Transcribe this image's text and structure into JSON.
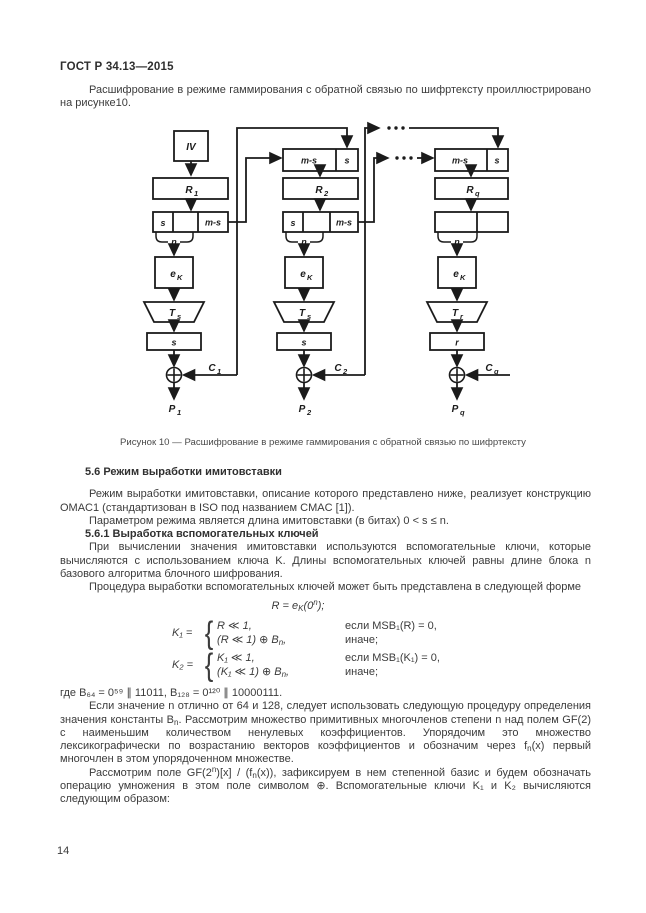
{
  "header": {
    "title": "ГОСТ Р 34.13—2015"
  },
  "intro": {
    "text": "Расшифрование в режиме гаммирования с обратной связью по шифртексту проиллюстрировано на рисунке10."
  },
  "figure": {
    "caption": "Рисунок 10 — Расшифрование в режиме гаммирования с обратной связью по шифртексту",
    "labels": {
      "iv": "IV",
      "r": "R",
      "sub1": "1",
      "sub2": "2",
      "subq": "q",
      "e": "e",
      "subK": "K",
      "t": "T",
      "subs": "s",
      "subr": "r",
      "c": "C",
      "p": "P",
      "s": "s",
      "ms": "m-s",
      "n": "n",
      "rsmall": "r"
    }
  },
  "section": {
    "heading": "5.6 Режим выработки имитовставки",
    "p1": "Режим выработки имитовставки, описание которого представлено ниже, реализует конструкцию OMAC1 (стандартизован в ISO под названием CMAC [1]).",
    "p2": "Параметром режима является длина имитовставки (в битах) 0 < s ≤ n.",
    "sub_heading": "5.6.1 Выработка вспомогательных ключей",
    "p3": "При вычислении значения имитовставки используются вспомогательные ключи, которые вычисляются с использованием ключа K. Длины вспомогательных ключей равны длине блока n базового алгоритма блочного шифрования.",
    "p4": "Процедура выработки вспомогательных ключей может быть представлена в следующей форме"
  },
  "formulas": {
    "brace": "{",
    "r_a": "R = e",
    "r_subK": "K",
    "r_b": "(0",
    "r_supn": "n",
    "r_c": ");",
    "k1_lhs": "K₁ =",
    "k1_case1": "R ≪ 1,",
    "k1_case2a": "(R ≪ 1) ⊕ B",
    "k1_case2sub": "n",
    "k1_case2b": ",",
    "k1_cond1": "если MSB₁(R) = 0,",
    "k1_cond2": "иначе;",
    "k2_lhs": "K₂ =",
    "k2_case1": "K₁ ≪ 1,",
    "k2_case2a": "(K₁ ≪ 1) ⊕ B",
    "k2_case2sub": "n",
    "k2_case2b": ",",
    "k2_cond1": "если MSB₁(K₁) = 0,",
    "k2_cond2": "иначе;",
    "where": "где B₆₄ = 0⁵⁹ ∥ 11011, B₁₂₈ = 0¹²⁰ ∥ 10000111."
  },
  "body": {
    "p5a": "Если значение n отлично от 64 и 128, следует использовать следующую процедуру определения значения константы B",
    "p5sub1": "n",
    "p5b": ". Рассмотрим множество примитивных многочленов степени n над полем GF(2) с наименьшим количеством ненулевых коэффициентов. Упорядочим это множество лексикографически по возрастанию векторов коэффициентов и обозначим через f",
    "p5sub2": "n",
    "p5c": "(x) первый многочлен в этом упорядоченном множестве.",
    "p6a": "Рассмотрим поле GF(2",
    "p6sup1": "n",
    "p6b": ")[x] / (f",
    "p6sub1": "n",
    "p6c": "(x)), зафиксируем в нем степенной базис и будем обозначать операцию умножения в этом поле символом ⊕. Вспомогательные ключи K₁ и K₂ вычисляются следующим образом:",
    "p6d": ""
  },
  "footer": {
    "page_number": "14"
  }
}
